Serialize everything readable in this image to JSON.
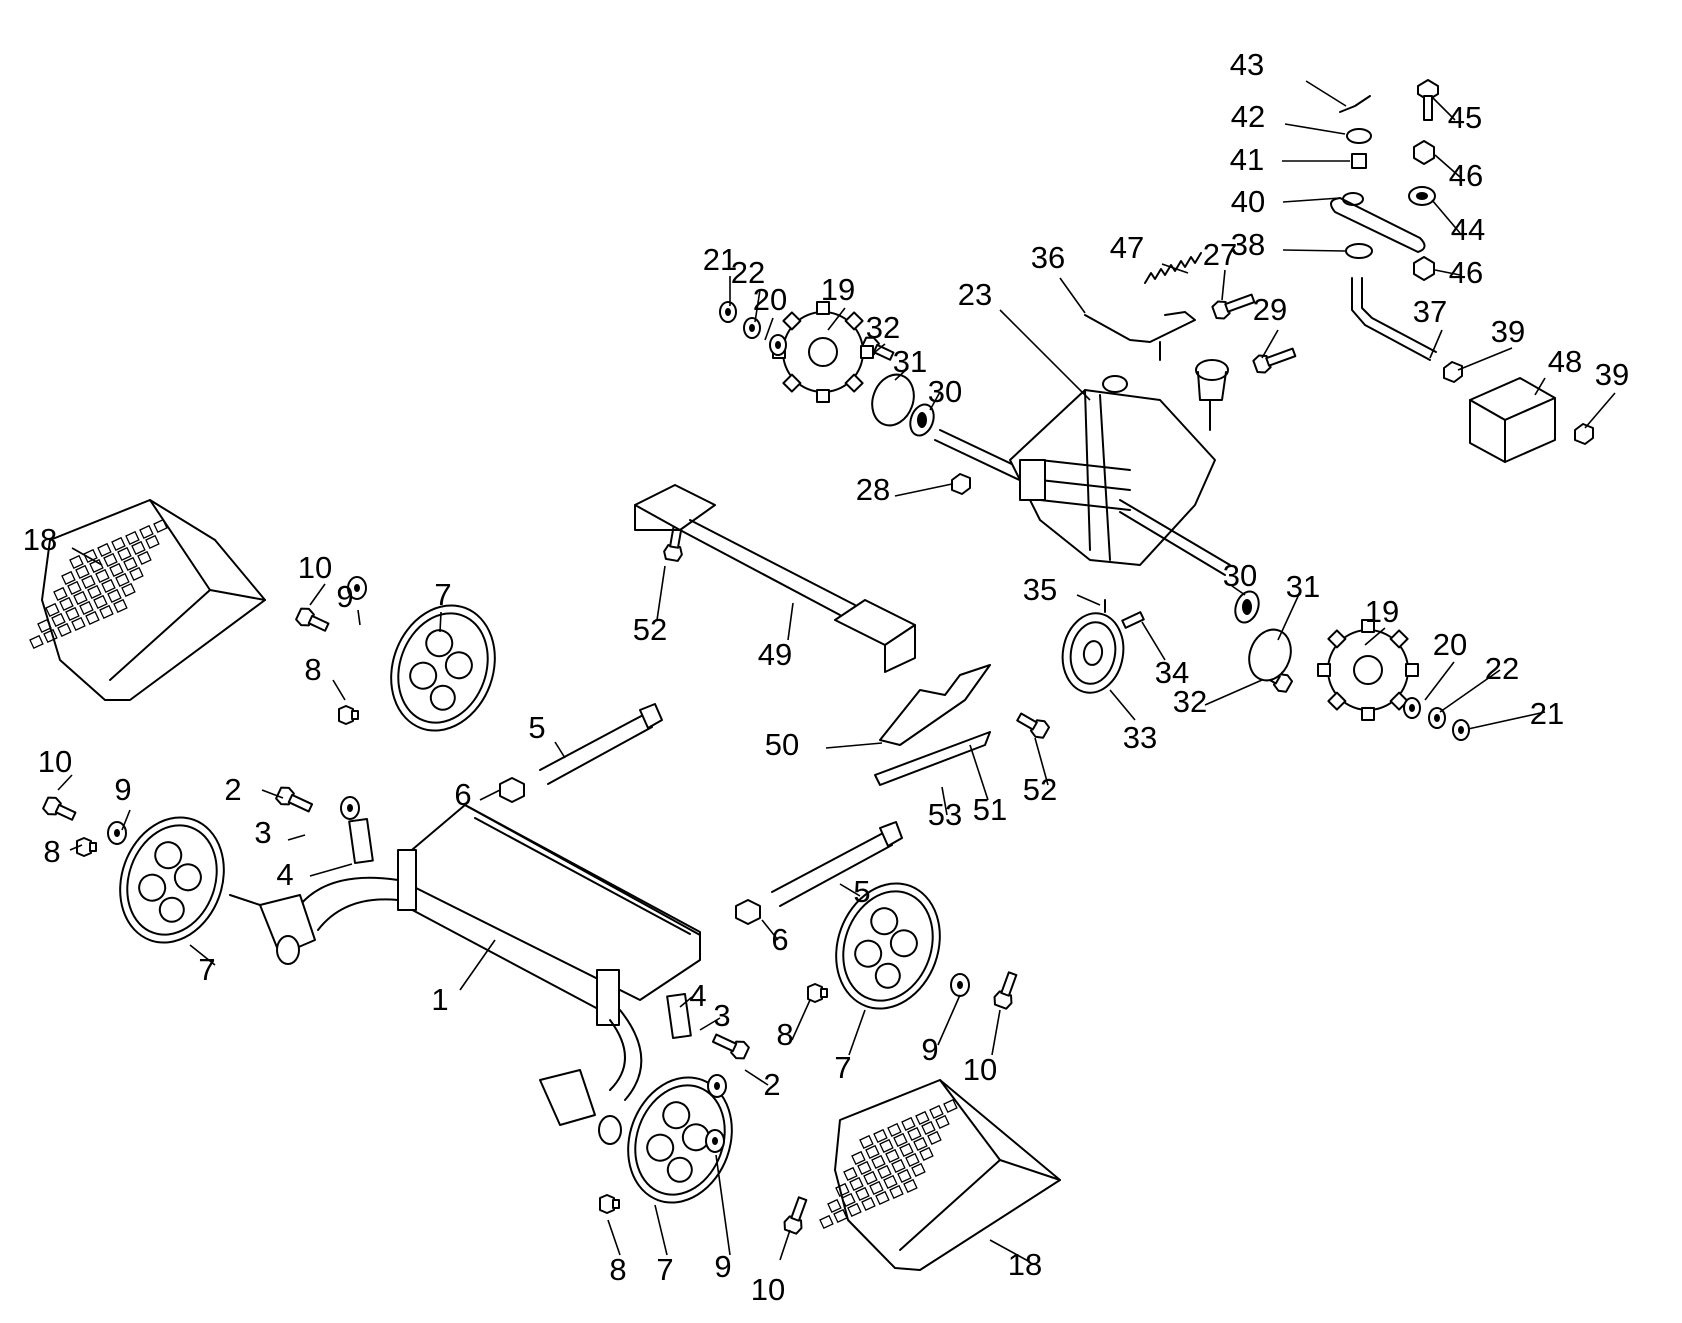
{
  "diagram": {
    "type": "exploded-parts-diagram",
    "subject": "tracked undercarriage with transmission",
    "background": "#ffffff",
    "line_color": "#000000",
    "callouts": [
      {
        "id": "c1",
        "label": "1"
      },
      {
        "id": "c2a",
        "label": "2"
      },
      {
        "id": "c2b",
        "label": "2"
      },
      {
        "id": "c3a",
        "label": "3"
      },
      {
        "id": "c3b",
        "label": "3"
      },
      {
        "id": "c4a",
        "label": "4"
      },
      {
        "id": "c4b",
        "label": "4"
      },
      {
        "id": "c5a",
        "label": "5"
      },
      {
        "id": "c5b",
        "label": "5"
      },
      {
        "id": "c6a",
        "label": "6"
      },
      {
        "id": "c6b",
        "label": "6"
      },
      {
        "id": "c7a",
        "label": "7"
      },
      {
        "id": "c7b",
        "label": "7"
      },
      {
        "id": "c7c",
        "label": "7"
      },
      {
        "id": "c7d",
        "label": "7"
      },
      {
        "id": "c8a",
        "label": "8"
      },
      {
        "id": "c8b",
        "label": "8"
      },
      {
        "id": "c8c",
        "label": "8"
      },
      {
        "id": "c8d",
        "label": "8"
      },
      {
        "id": "c9a",
        "label": "9"
      },
      {
        "id": "c9b",
        "label": "9"
      },
      {
        "id": "c9c",
        "label": "9"
      },
      {
        "id": "c9d",
        "label": "9"
      },
      {
        "id": "c10a",
        "label": "10"
      },
      {
        "id": "c10b",
        "label": "10"
      },
      {
        "id": "c10c",
        "label": "10"
      },
      {
        "id": "c10d",
        "label": "10"
      },
      {
        "id": "c18a",
        "label": "18"
      },
      {
        "id": "c18b",
        "label": "18"
      },
      {
        "id": "c19a",
        "label": "19"
      },
      {
        "id": "c19b",
        "label": "19"
      },
      {
        "id": "c20a",
        "label": "20"
      },
      {
        "id": "c20b",
        "label": "20"
      },
      {
        "id": "c21a",
        "label": "21"
      },
      {
        "id": "c21b",
        "label": "21"
      },
      {
        "id": "c22a",
        "label": "22"
      },
      {
        "id": "c22b",
        "label": "22"
      },
      {
        "id": "c23",
        "label": "23"
      },
      {
        "id": "c27",
        "label": "27"
      },
      {
        "id": "c28",
        "label": "28"
      },
      {
        "id": "c29",
        "label": "29"
      },
      {
        "id": "c30a",
        "label": "30"
      },
      {
        "id": "c30b",
        "label": "30"
      },
      {
        "id": "c31a",
        "label": "31"
      },
      {
        "id": "c31b",
        "label": "31"
      },
      {
        "id": "c32a",
        "label": "32"
      },
      {
        "id": "c32b",
        "label": "32"
      },
      {
        "id": "c33",
        "label": "33"
      },
      {
        "id": "c34",
        "label": "34"
      },
      {
        "id": "c35",
        "label": "35"
      },
      {
        "id": "c36",
        "label": "36"
      },
      {
        "id": "c37",
        "label": "37"
      },
      {
        "id": "c38",
        "label": "38"
      },
      {
        "id": "c39a",
        "label": "39"
      },
      {
        "id": "c39b",
        "label": "39"
      },
      {
        "id": "c40",
        "label": "40"
      },
      {
        "id": "c41",
        "label": "41"
      },
      {
        "id": "c42",
        "label": "42"
      },
      {
        "id": "c43",
        "label": "43"
      },
      {
        "id": "c44",
        "label": "44"
      },
      {
        "id": "c45",
        "label": "45"
      },
      {
        "id": "c46a",
        "label": "46"
      },
      {
        "id": "c46b",
        "label": "46"
      },
      {
        "id": "c47",
        "label": "47"
      },
      {
        "id": "c48",
        "label": "48"
      },
      {
        "id": "c49",
        "label": "49"
      },
      {
        "id": "c50",
        "label": "50"
      },
      {
        "id": "c51",
        "label": "51"
      },
      {
        "id": "c52a",
        "label": "52"
      },
      {
        "id": "c52b",
        "label": "52"
      },
      {
        "id": "c53",
        "label": "53"
      }
    ]
  }
}
